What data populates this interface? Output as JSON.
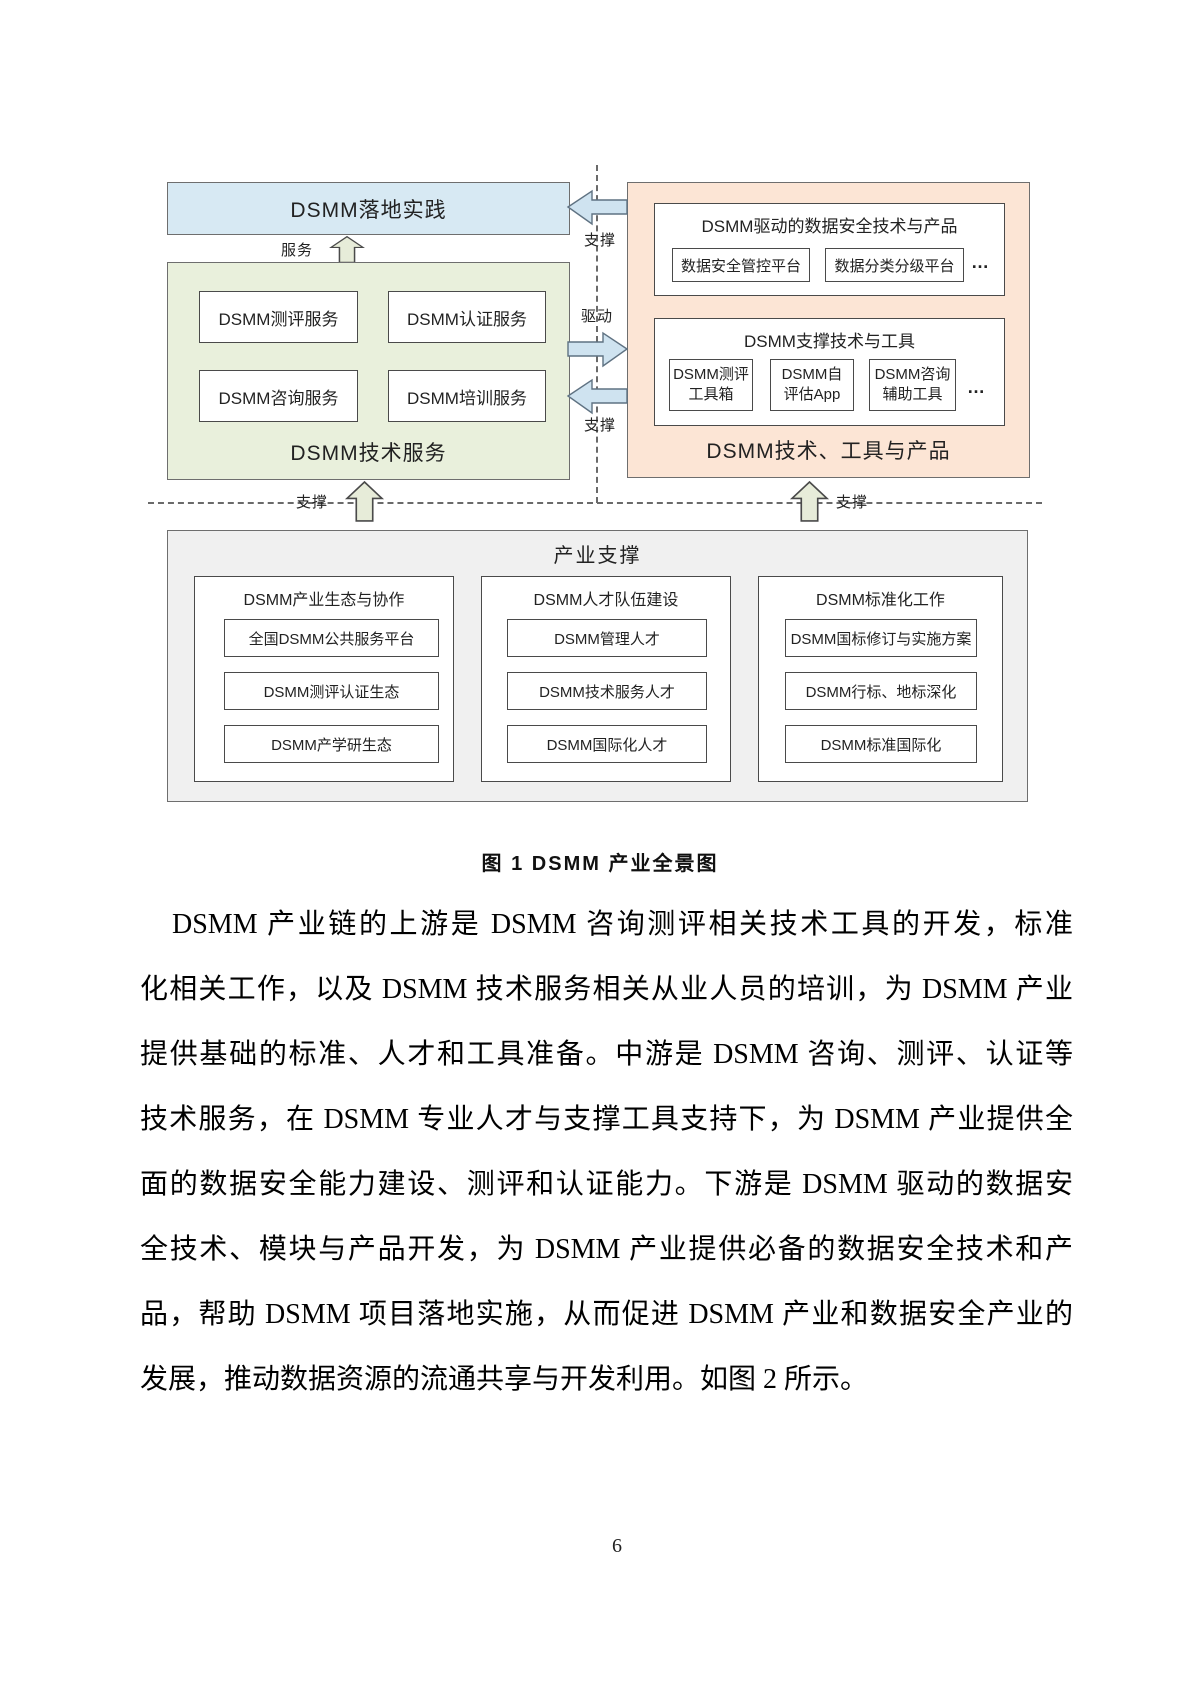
{
  "figure": {
    "caption": "图 1 DSMM 产业全景图",
    "practice_box": "DSMM落地实践",
    "tech_service": {
      "title": "DSMM技术服务",
      "items": [
        "DSMM测评服务",
        "DSMM认证服务",
        "DSMM咨询服务",
        "DSMM培训服务"
      ]
    },
    "tools_products": {
      "title": "DSMM技术、工具与产品",
      "driven_group": {
        "title": "DSMM驱动的数据安全技术与产品",
        "items": [
          "数据安全管控平台",
          "数据分类分级平台"
        ],
        "ellipsis": "…"
      },
      "support_group": {
        "title": "DSMM支撑技术与工具",
        "items": [
          {
            "line1": "DSMM测评",
            "line2": "工具箱"
          },
          {
            "line1": "DSMM自",
            "line2": "评估App"
          },
          {
            "line1": "DSMM咨询",
            "line2": "辅助工具"
          }
        ],
        "ellipsis": "…"
      }
    },
    "flow_labels": {
      "serve": "服务",
      "support_top": "支撑",
      "drive": "驱动",
      "support_bottom": "支撑",
      "support_left": "支撑",
      "support_right": "支撑"
    },
    "industry_support": {
      "title": "产业支撑",
      "columns": [
        {
          "title": "DSMM产业生态与协作",
          "items": [
            "全国DSMM公共服务平台",
            "DSMM测评认证生态",
            "DSMM产学研生态"
          ]
        },
        {
          "title": "DSMM人才队伍建设",
          "items": [
            "DSMM管理人才",
            "DSMM技术服务人才",
            "DSMM国际化人才"
          ]
        },
        {
          "title": "DSMM标准化工作",
          "items": [
            "DSMM国标修订与实施方案",
            "DSMM行标、地标深化",
            "DSMM标准国际化"
          ]
        }
      ]
    },
    "colors": {
      "practice_fill": "#d7e9f3",
      "service_fill": "#e9f0dc",
      "products_fill": "#fce5d5",
      "support_fill": "#f0f0f0",
      "arrow_blue": "#cfe3f0",
      "arrow_green": "#e7ecd9"
    }
  },
  "body": {
    "paragraph_lines": [
      "DSMM 产业链的上游是 DSMM 咨询测评相关技术工具的开发，标准",
      "化相关工作，以及 DSMM 技术服务相关从业人员的培训，为 DSMM 产业",
      "提供基础的标准、人才和工具准备。中游是 DSMM 咨询、测评、认证等",
      "技术服务，在 DSMM 专业人才与支撑工具支持下，为 DSMM 产业提供全",
      "面的数据安全能力建设、测评和认证能力。下游是 DSMM 驱动的数据安",
      "全技术、模块与产品开发，为 DSMM 产业提供必备的数据安全技术和产",
      "品，帮助 DSMM 项目落地实施，从而促进 DSMM 产业和数据安全产业的",
      "发展，推动数据资源的流通共享与开发利用。如图 2 所示。"
    ]
  },
  "page": {
    "number": "6"
  }
}
